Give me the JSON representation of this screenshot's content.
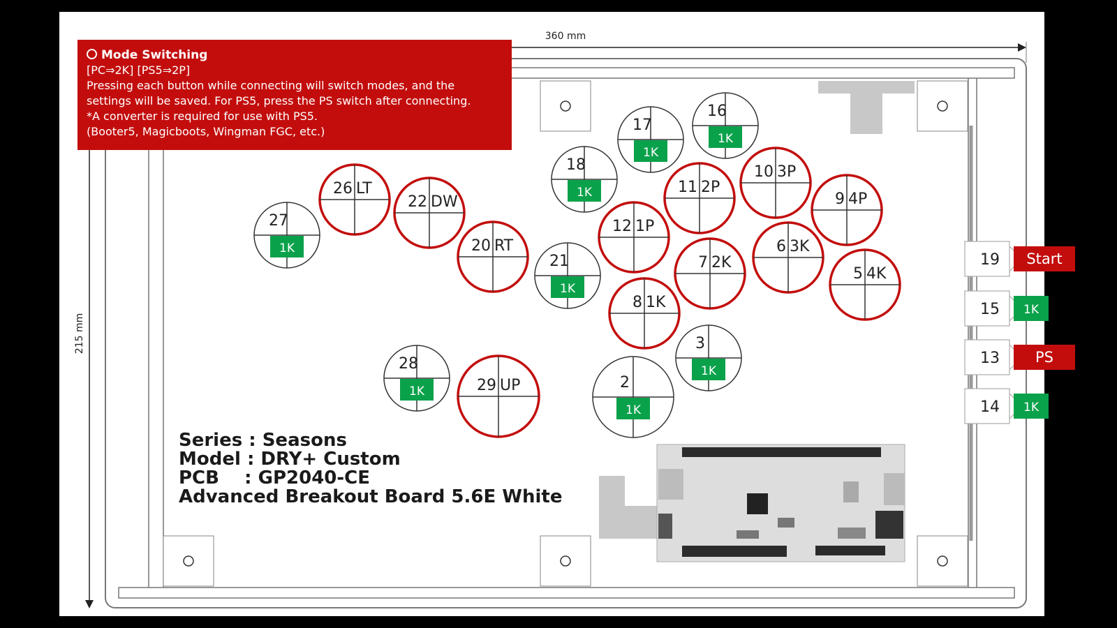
{
  "info_box": {
    "title": "Mode Switching",
    "lines": [
      "[PC⇒2K] [PS5⇒2P]",
      "Pressing each button while connecting will switch modes, and the",
      "settings will be saved. For PS5, press the PS switch after connecting.",
      "*A converter is required for use with PS5.",
      "(Booter5, Magicboots, Wingman FGC, etc.)"
    ]
  },
  "dimensions": {
    "width_label": "360 mm",
    "height_label": "215 mm"
  },
  "spec": {
    "series": "Series : Seasons",
    "model": "Model : DRY+ Custom",
    "pcb": "PCB    : GP2040-CE",
    "board": "Advanced Breakout Board 5.6E White"
  },
  "colors": {
    "accent_red": "#c30d0d",
    "resistor_green": "#0aa14b",
    "outline": "#666666"
  },
  "buttons": [
    {
      "pin": "27",
      "func": "",
      "resistor": "1K",
      "style": "black"
    },
    {
      "pin": "26",
      "func": "LT",
      "resistor": "",
      "style": "red"
    },
    {
      "pin": "22",
      "func": "DW",
      "resistor": "",
      "style": "red"
    },
    {
      "pin": "20",
      "func": "RT",
      "resistor": "",
      "style": "red"
    },
    {
      "pin": "18",
      "func": "",
      "resistor": "1K",
      "style": "black"
    },
    {
      "pin": "17",
      "func": "",
      "resistor": "1K",
      "style": "black"
    },
    {
      "pin": "16",
      "func": "",
      "resistor": "1K",
      "style": "black"
    },
    {
      "pin": "21",
      "func": "",
      "resistor": "1K",
      "style": "black"
    },
    {
      "pin": "12",
      "func": "1P",
      "resistor": "",
      "style": "red"
    },
    {
      "pin": "11",
      "func": "2P",
      "resistor": "",
      "style": "red"
    },
    {
      "pin": "10",
      "func": "3P",
      "resistor": "",
      "style": "red"
    },
    {
      "pin": "9",
      "func": "4P",
      "resistor": "",
      "style": "red"
    },
    {
      "pin": "8",
      "func": "1K",
      "resistor": "",
      "style": "red"
    },
    {
      "pin": "7",
      "func": "2K",
      "resistor": "",
      "style": "red"
    },
    {
      "pin": "6",
      "func": "3K",
      "resistor": "",
      "style": "red"
    },
    {
      "pin": "5",
      "func": "4K",
      "resistor": "",
      "style": "red"
    },
    {
      "pin": "3",
      "func": "",
      "resistor": "1K",
      "style": "black"
    },
    {
      "pin": "2",
      "func": "",
      "resistor": "1K",
      "style": "black"
    },
    {
      "pin": "28",
      "func": "",
      "resistor": "1K",
      "style": "black"
    },
    {
      "pin": "29",
      "func": "UP",
      "resistor": "",
      "style": "red"
    }
  ],
  "side_buttons": [
    {
      "pin": "19",
      "label": "Start",
      "label_style": "red"
    },
    {
      "pin": "15",
      "label": "1K",
      "label_style": "green"
    },
    {
      "pin": "13",
      "label": "PS",
      "label_style": "red"
    },
    {
      "pin": "14",
      "label": "1K",
      "label_style": "green"
    }
  ]
}
